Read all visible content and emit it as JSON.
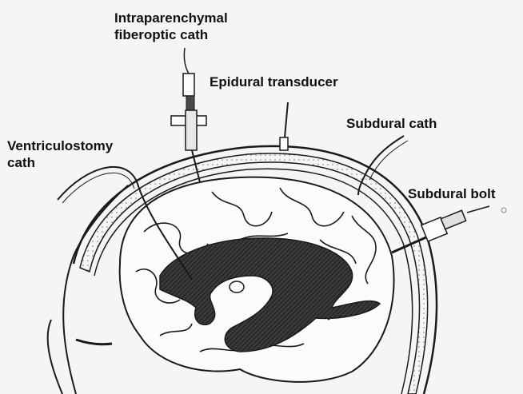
{
  "labels": {
    "intraparenchymal_line1": "Intraparenchymal",
    "intraparenchymal_line2": "fiberoptic cath",
    "epidural": "Epidural transducer",
    "subdural_cath": "Subdural cath",
    "ventriculostomy_line1": "Ventriculostomy",
    "ventriculostomy_line2": "cath",
    "subdural_bolt": "Subdural bolt"
  },
  "colors": {
    "line": "#1a1a1a",
    "ventricle_fill": "#2e2e2e",
    "background": "#f5f5f3"
  }
}
